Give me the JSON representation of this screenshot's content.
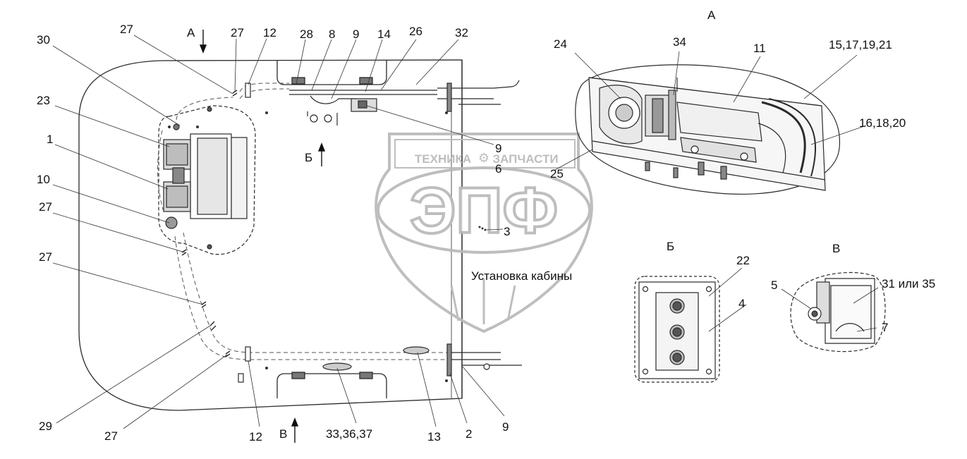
{
  "diagram": {
    "caption": "Установка кабины",
    "views": {
      "a": "А",
      "b": "Б",
      "v": "В"
    },
    "labels": {
      "n30": "30",
      "n27a": "27",
      "n27b": "27",
      "n12a": "12",
      "n28": "28",
      "n8": "8",
      "n9a": "9",
      "n14": "14",
      "n26": "26",
      "n32": "32",
      "n23": "23",
      "n1": "1",
      "n10": "10",
      "n27c": "27",
      "n27d": "27",
      "n29": "29",
      "n27e": "27",
      "n12b": "12",
      "n3336": "33,36,37",
      "n13": "13",
      "n2": "2",
      "n9b": "9",
      "n9c": "9",
      "n6": "6",
      "n25": "25",
      "n3": "3",
      "n24": "24",
      "n34": "34",
      "n11": "11",
      "n15": "15,17,19,21",
      "n16": "16,18,20",
      "n22": "22",
      "n4": "4",
      "n5": "5",
      "n31": "31 или 35",
      "n7": "7"
    }
  },
  "watermark": {
    "line1": "ТЕХНИКА",
    "line2": "ЗАПЧАСТИ",
    "logo": "ЭПФ"
  },
  "colors": {
    "line": "#2a2a2a",
    "watermark": "#b8b8b8"
  }
}
